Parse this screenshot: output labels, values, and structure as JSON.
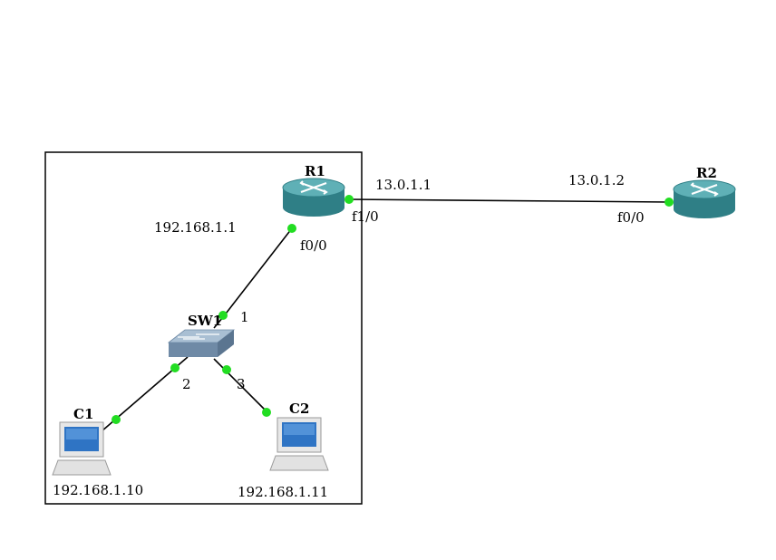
{
  "devices": {
    "r1": {
      "name": "R1"
    },
    "r2": {
      "name": "R2"
    },
    "sw1": {
      "name": "SW1"
    },
    "c1": {
      "name": "C1"
    },
    "c2": {
      "name": "C2"
    }
  },
  "labels": {
    "r1_f10_ip": "13.0.1.1",
    "r2_f00_ip": "13.0.1.2",
    "r1_f10_if": "f1/0",
    "r2_f00_if": "f0/0",
    "r1_f00_ip": "192.168.1.1",
    "r1_f00_if": "f0/0",
    "sw1_port1": "1",
    "sw1_port2": "2",
    "sw1_port3": "3",
    "c1_ip": "192.168.1.10",
    "c2_ip": "192.168.1.11"
  },
  "colors": {
    "router_body": "#3a8f96",
    "router_top": "#5fb3b8",
    "link_dot": "#22dd22",
    "link_line": "#000000"
  }
}
